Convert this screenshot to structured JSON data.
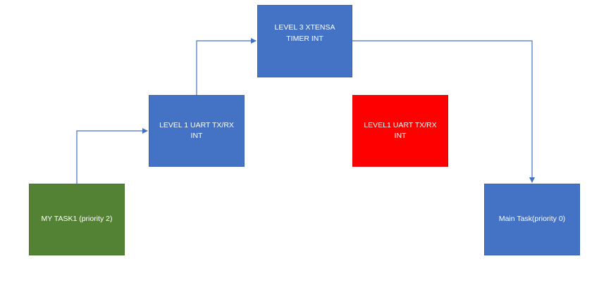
{
  "colors": {
    "blue": "#4472c4",
    "green": "#548235",
    "red": "#ff0000",
    "connector": "#4472c4"
  },
  "boxes": {
    "level3_timer": "LEVEL 3 XTENSA TIMER INT",
    "level1_uart": "LEVEL 1 UART TX/RX INT",
    "level1_uart_red": "LEVEL1 UART TX/RX INT",
    "my_task": "MY TASK1 (priority 2)",
    "main_task": "Main Task(priority 0)"
  },
  "connectors": [
    {
      "from": "my_task",
      "to": "level1_uart"
    },
    {
      "from": "level1_uart",
      "to": "level3_timer"
    },
    {
      "from": "level3_timer",
      "to": "main_task"
    }
  ]
}
